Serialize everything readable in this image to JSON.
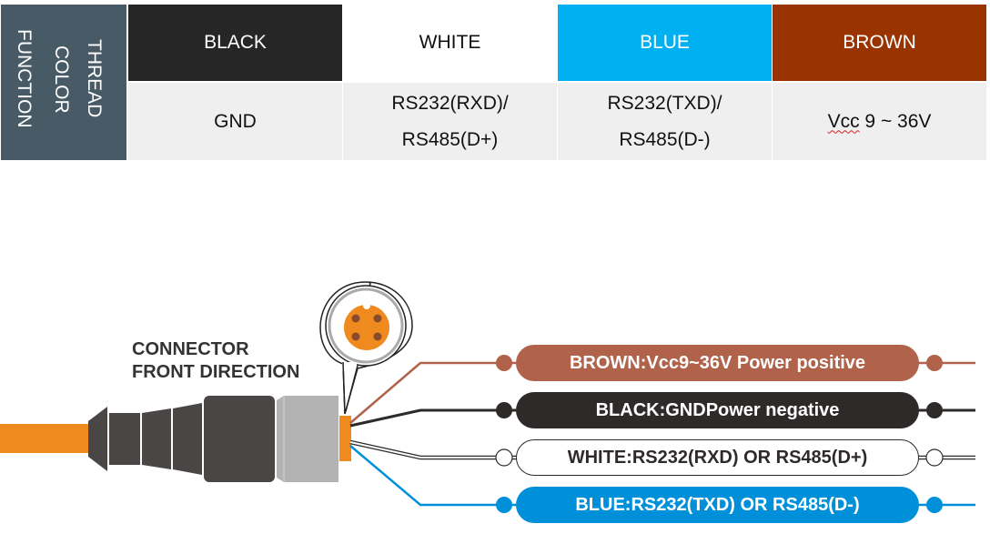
{
  "table": {
    "header_labels": [
      "THREAD",
      "COLOR",
      "FUNCTION"
    ],
    "columns": [
      {
        "color_name": "BLACK",
        "function_lines": [
          "GND"
        ],
        "bg": "#262626",
        "fg": "#ffffff"
      },
      {
        "color_name": "WHITE",
        "function_lines": [
          "RS232(RXD)/",
          "RS485(D+)"
        ],
        "bg": "#ffffff",
        "fg": "#111111"
      },
      {
        "color_name": "BLUE",
        "function_lines": [
          "RS232(TXD)/",
          "RS485(D-)"
        ],
        "bg": "#00b0f0",
        "fg": "#ffffff"
      },
      {
        "color_name": "BROWN",
        "function_lines": [
          "Vcc",
          " 9 ~ 36V"
        ],
        "bg": "#993300",
        "fg": "#ffffff"
      }
    ]
  },
  "diagram": {
    "connector_label_line1": "CONNECTOR",
    "connector_label_line2": "FRONT DIRECTION",
    "wires": [
      {
        "label": "BROWN:Vcc9~36V Power positive",
        "color": "#b0634a",
        "text_color": "#ffffff"
      },
      {
        "label": "BLACK:GNDPower negative",
        "color": "#2e2a29",
        "text_color": "#ffffff"
      },
      {
        "label": "WHITE:RS232(RXD) OR RS485(D+)",
        "color": "#ffffff",
        "text_color": "#2e2a29"
      },
      {
        "label": "BLUE:RS232(TXD) OR RS485(D-)",
        "color": "#0090da",
        "text_color": "#ffffff"
      }
    ]
  }
}
